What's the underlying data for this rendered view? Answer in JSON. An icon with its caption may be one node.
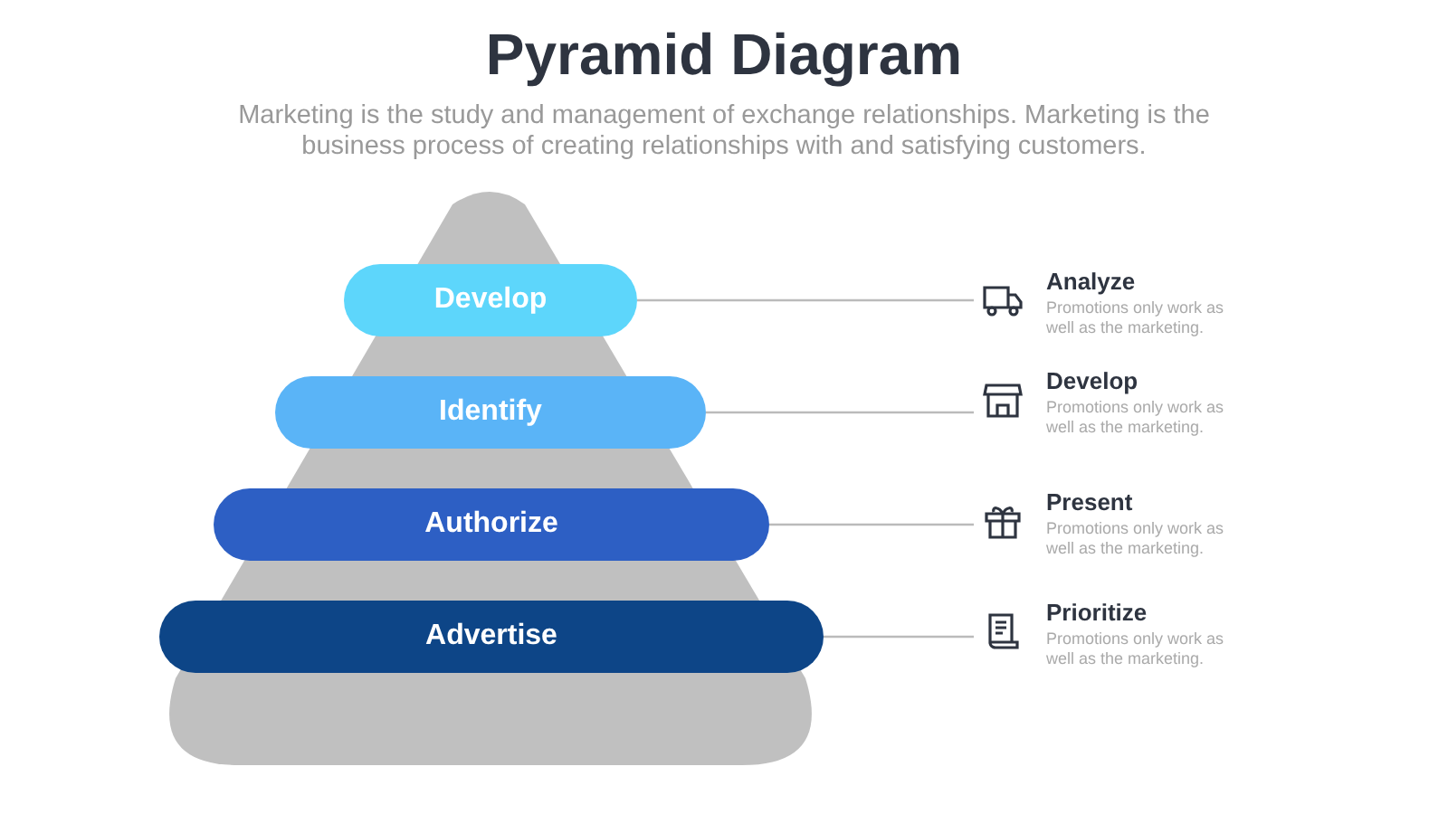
{
  "diagram": {
    "title": "Pyramid Diagram",
    "nodes": [
      {
        "text": [],
        "shape": "triangle"
      },
      {
        "text": [
          "Develop"
        ],
        "in": 0
      },
      {
        "text": [
          "Identify"
        ],
        "in": 0
      },
      {
        "text": [
          "Authorize"
        ],
        "in": 0
      },
      {
        "text": [
          "Advertise"
        ],
        "in": 0
      },
      {
        "text": [
          "Analyze",
          "Promotions only work as well as the marketing."
        ]
      },
      {
        "text": [
          "Develop",
          "Promotions only work as well as the marketing."
        ]
      },
      {
        "text": [
          "Present",
          "Promotions only work as well as the marketing."
        ]
      },
      {
        "text": [
          "Prioritize",
          "Promotions only work as well as the marketing."
        ]
      }
    ],
    "edges": [
      {
        "from": 1,
        "to": 5,
        "arrow": "none"
      },
      {
        "from": 2,
        "to": 6,
        "arrow": "none"
      },
      {
        "from": 3,
        "to": 7,
        "arrow": "none"
      },
      {
        "from": 4,
        "to": 8,
        "arrow": "none"
      }
    ],
    "labels": [
      "Marketing is the study and management of exchange relationships. Marketing is the business process of creating relationships with and satisfying customers."
    ]
  }
}
